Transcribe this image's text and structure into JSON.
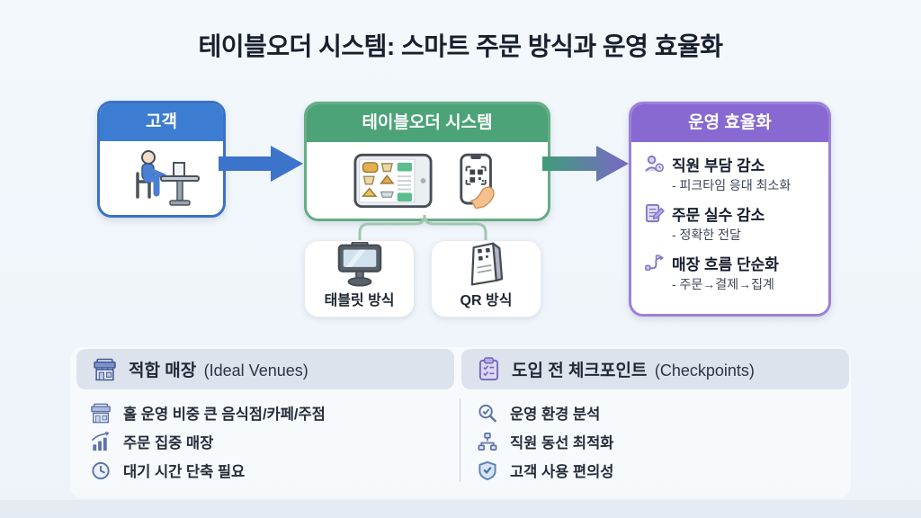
{
  "title": "테이블오더 시스템: 스마트 주문 방식과 운영 효율화",
  "colors": {
    "page_bg": "#eff4fa",
    "customer_header": "#3c7dd1",
    "system_header": "#4ba377",
    "result_header": "#8769d1",
    "arrow_blue": "#3b74ca",
    "arrow_gradient_from": "#3f9d77",
    "arrow_gradient_to": "#7a68c8",
    "section_header_bg": "#dce3ec"
  },
  "flow": {
    "customer": {
      "title": "고객",
      "icon": "customer-at-table-icon"
    },
    "system": {
      "title": "테이블오더 시스템",
      "icons": [
        "tablet-menu-icon",
        "phone-qr-icon"
      ]
    },
    "methods": [
      {
        "label": "태블릿 방식",
        "icon": "tablet-stand-icon"
      },
      {
        "label": "QR 방식",
        "icon": "qr-standee-icon"
      }
    ],
    "result": {
      "title": "운영 효율화",
      "items": [
        {
          "icon": "staff-icon",
          "title": "직원 부담 감소",
          "sub": "- 피크타임 응대 최소화"
        },
        {
          "icon": "document-edit-icon",
          "title": "주문 실수 감소",
          "sub": "- 정확한 전달"
        },
        {
          "icon": "flow-arrows-icon",
          "title": "매장 흐름 단순화",
          "sub": "- 주문→결제→집계"
        }
      ]
    }
  },
  "sections": {
    "venues": {
      "icon": "storefront-icon",
      "title_ko": "적합 매장",
      "title_en": "(Ideal Venues)",
      "items": [
        {
          "icon": "storefront-icon",
          "text": "홀 운영 비중 큰 음식점/카페/주점"
        },
        {
          "icon": "bar-chart-icon",
          "text": "주문 집중 매장"
        },
        {
          "icon": "clock-icon",
          "text": "대기 시간 단축 필요"
        }
      ]
    },
    "checkpoints": {
      "icon": "clipboard-check-icon",
      "title_ko": "도입 전 체크포인트",
      "title_en": "(Checkpoints)",
      "items": [
        {
          "icon": "magnifier-check-icon",
          "text": "운영 환경 분석"
        },
        {
          "icon": "hierarchy-icon",
          "text": "직원 동선 최적화"
        },
        {
          "icon": "shield-check-icon",
          "text": "고객 사용 편의성"
        }
      ]
    }
  }
}
